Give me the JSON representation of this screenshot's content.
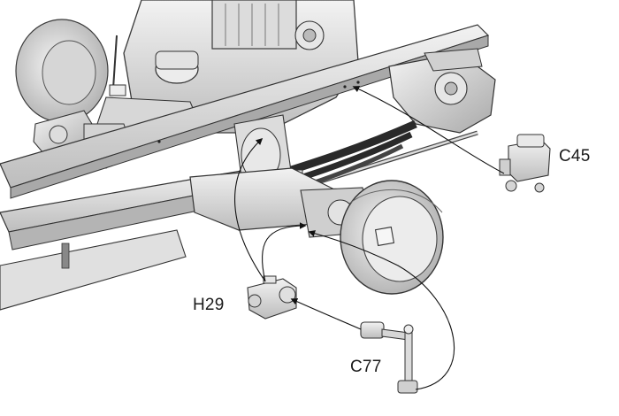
{
  "callouts": [
    {
      "id": "c45",
      "label": "C45"
    },
    {
      "id": "h29",
      "label": "H29"
    },
    {
      "id": "c77",
      "label": "C77"
    }
  ],
  "colors": {
    "metal_light": "#e9e9e9",
    "metal_mid": "#c9c9c9",
    "metal_dark": "#8c8c8c",
    "outline": "#3a3a3a",
    "spring_dark": "#2a2a2a",
    "leader_line": "#111111"
  },
  "icons": {
    "c45": "master-cylinder-icon",
    "h29": "wheel-cylinder-icon",
    "c77": "load-sensing-valve-icon"
  }
}
